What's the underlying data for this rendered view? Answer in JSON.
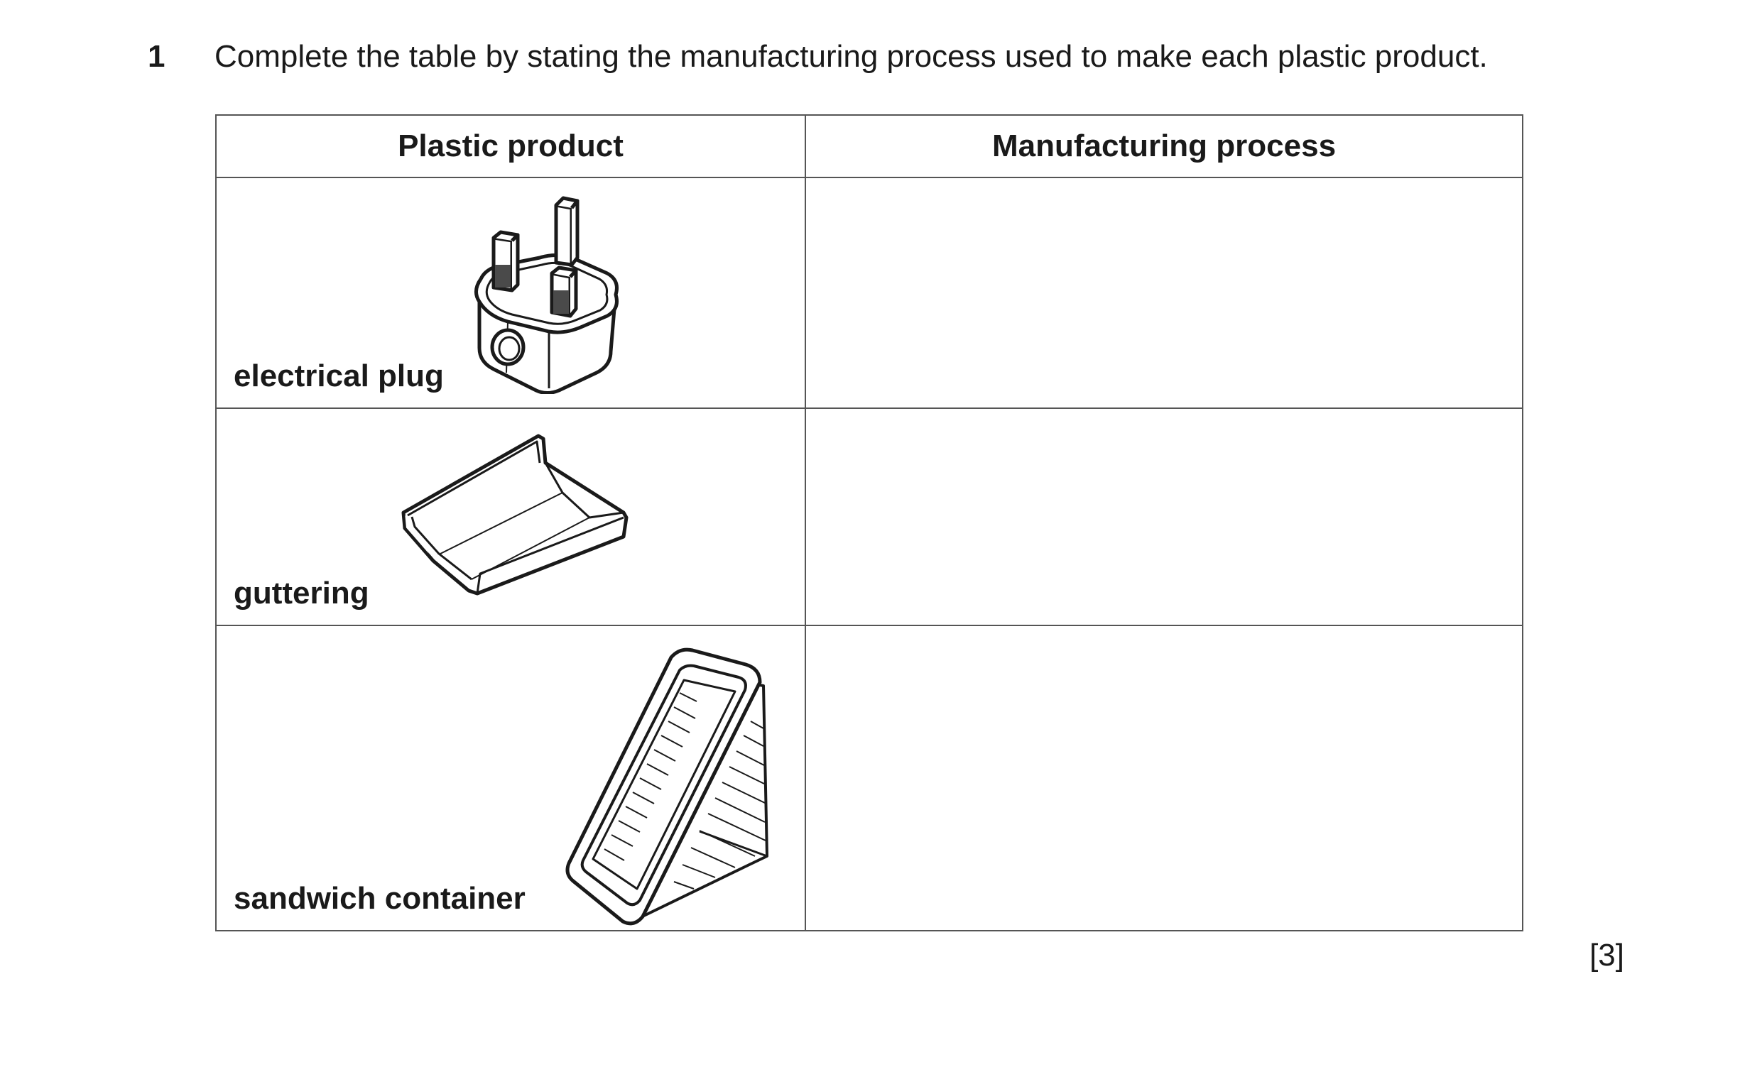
{
  "question": {
    "number": "1",
    "text": "Complete the table by stating the manufacturing process used to make each plastic product."
  },
  "table": {
    "headers": {
      "product": "Plastic product",
      "process": "Manufacturing process"
    },
    "rows": [
      {
        "product": "electrical plug",
        "icon": "electrical-plug-icon",
        "process": ""
      },
      {
        "product": "guttering",
        "icon": "guttering-icon",
        "process": ""
      },
      {
        "product": "sandwich container",
        "icon": "sandwich-container-icon",
        "process": ""
      }
    ]
  },
  "marks": "[3]"
}
